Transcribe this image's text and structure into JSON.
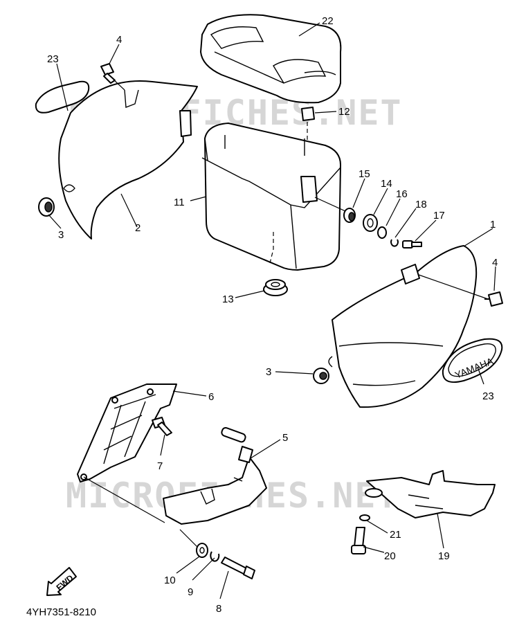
{
  "watermark": "MICROFICHES.NET",
  "drawing_code": "4YH7351-8210",
  "fwd_label": "FWD",
  "emblem_text": "YAMAHA",
  "callouts": [
    {
      "id": "c1",
      "label": "1"
    },
    {
      "id": "c2",
      "label": "2"
    },
    {
      "id": "c3a",
      "label": "3"
    },
    {
      "id": "c3b",
      "label": "3"
    },
    {
      "id": "c4a",
      "label": "4"
    },
    {
      "id": "c4b",
      "label": "4"
    },
    {
      "id": "c5",
      "label": "5"
    },
    {
      "id": "c6",
      "label": "6"
    },
    {
      "id": "c7",
      "label": "7"
    },
    {
      "id": "c8",
      "label": "8"
    },
    {
      "id": "c9",
      "label": "9"
    },
    {
      "id": "c10",
      "label": "10"
    },
    {
      "id": "c11",
      "label": "11"
    },
    {
      "id": "c12",
      "label": "12"
    },
    {
      "id": "c13",
      "label": "13"
    },
    {
      "id": "c14",
      "label": "14"
    },
    {
      "id": "c15",
      "label": "15"
    },
    {
      "id": "c16",
      "label": "16"
    },
    {
      "id": "c17",
      "label": "17"
    },
    {
      "id": "c18",
      "label": "18"
    },
    {
      "id": "c19",
      "label": "19"
    },
    {
      "id": "c20",
      "label": "20"
    },
    {
      "id": "c21",
      "label": "21"
    },
    {
      "id": "c22",
      "label": "22"
    },
    {
      "id": "c23a",
      "label": "23"
    },
    {
      "id": "c23b",
      "label": "23"
    }
  ]
}
